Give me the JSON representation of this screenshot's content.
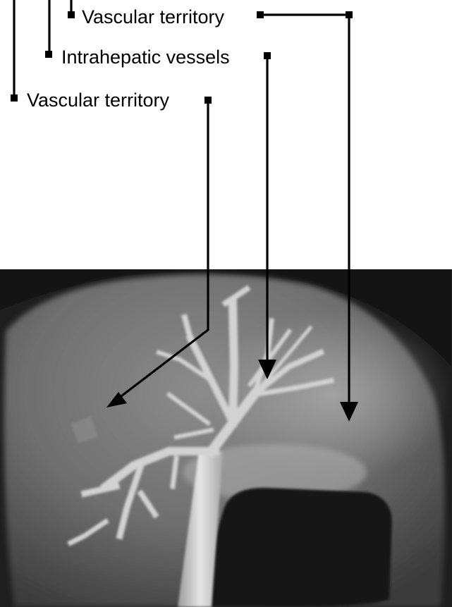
{
  "labels": {
    "top": "Vascular territory",
    "middle": "Intrahepatic vessels",
    "bottom": "Vascular territory"
  },
  "colors": {
    "line": "#000000",
    "background": "#ffffff"
  }
}
